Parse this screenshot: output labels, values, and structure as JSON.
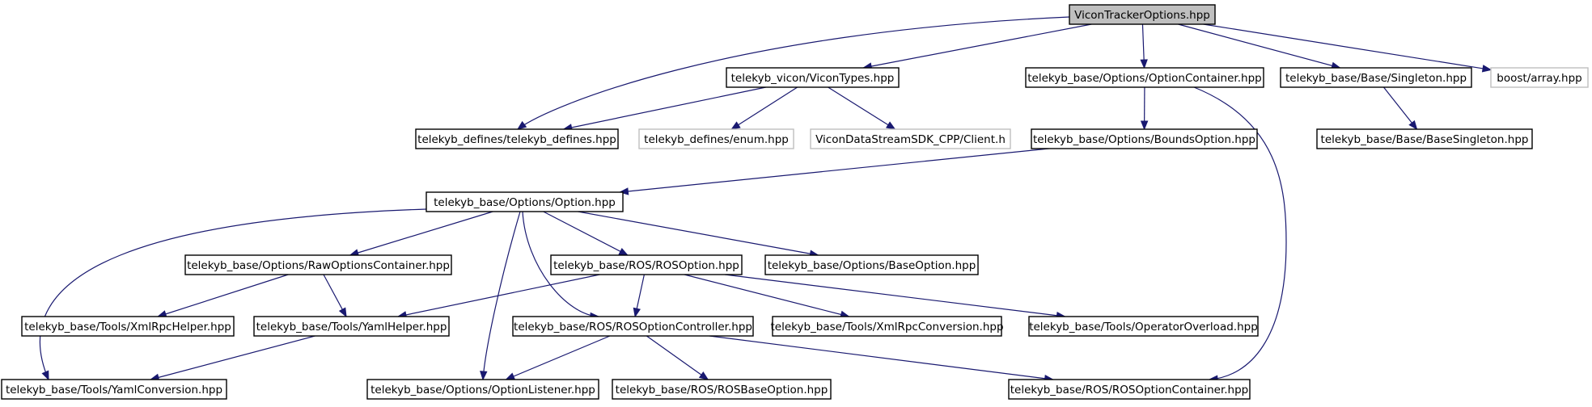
{
  "colors": {
    "edge": "#191970",
    "node_border": "#000000",
    "node_fill": "#ffffff",
    "root_fill": "#bfbfbf",
    "external_border": "#bfbfbf"
  },
  "graph": {
    "nodes": [
      {
        "id": "root",
        "label": "ViconTrackerOptions.hpp",
        "kind": "root"
      },
      {
        "id": "vicontypes",
        "label": "telekyb_vicon/ViconTypes.hpp",
        "kind": "normal"
      },
      {
        "id": "optioncontainer",
        "label": "telekyb_base/Options/OptionContainer.hpp",
        "kind": "normal"
      },
      {
        "id": "singleton",
        "label": "telekyb_base/Base/Singleton.hpp",
        "kind": "normal"
      },
      {
        "id": "boostarray",
        "label": "boost/array.hpp",
        "kind": "external"
      },
      {
        "id": "defines",
        "label": "telekyb_defines/telekyb_defines.hpp",
        "kind": "normal"
      },
      {
        "id": "enum",
        "label": "telekyb_defines/enum.hpp",
        "kind": "external"
      },
      {
        "id": "client",
        "label": "ViconDataStreamSDK_CPP/Client.h",
        "kind": "external"
      },
      {
        "id": "boundsoption",
        "label": "telekyb_base/Options/BoundsOption.hpp",
        "kind": "normal"
      },
      {
        "id": "basesingleton",
        "label": "telekyb_base/Base/BaseSingleton.hpp",
        "kind": "normal"
      },
      {
        "id": "option",
        "label": "telekyb_base/Options/Option.hpp",
        "kind": "normal"
      },
      {
        "id": "rawoptions",
        "label": "telekyb_base/Options/RawOptionsContainer.hpp",
        "kind": "normal"
      },
      {
        "id": "rosoption",
        "label": "telekyb_base/ROS/ROSOption.hpp",
        "kind": "normal"
      },
      {
        "id": "baseoption",
        "label": "telekyb_base/Options/BaseOption.hpp",
        "kind": "normal"
      },
      {
        "id": "xmlrpchelper",
        "label": "telekyb_base/Tools/XmlRpcHelper.hpp",
        "kind": "normal"
      },
      {
        "id": "yamlhelper",
        "label": "telekyb_base/Tools/YamlHelper.hpp",
        "kind": "normal"
      },
      {
        "id": "rosoptioncontroller",
        "label": "telekyb_base/ROS/ROSOptionController.hpp",
        "kind": "normal"
      },
      {
        "id": "xmlrpcconversion",
        "label": "telekyb_base/Tools/XmlRpcConversion.hpp",
        "kind": "normal"
      },
      {
        "id": "operatoroverload",
        "label": "telekyb_base/Tools/OperatorOverload.hpp",
        "kind": "normal"
      },
      {
        "id": "yamlconversion",
        "label": "telekyb_base/Tools/YamlConversion.hpp",
        "kind": "normal"
      },
      {
        "id": "optionlistener",
        "label": "telekyb_base/Options/OptionListener.hpp",
        "kind": "normal"
      },
      {
        "id": "rosbaseoption",
        "label": "telekyb_base/ROS/ROSBaseOption.hpp",
        "kind": "normal"
      },
      {
        "id": "rosoptioncontainer",
        "label": "telekyb_base/ROS/ROSOptionContainer.hpp",
        "kind": "normal"
      }
    ],
    "edges": [
      {
        "from": "root",
        "to": "defines"
      },
      {
        "from": "root",
        "to": "vicontypes"
      },
      {
        "from": "root",
        "to": "optioncontainer"
      },
      {
        "from": "root",
        "to": "singleton"
      },
      {
        "from": "root",
        "to": "boostarray"
      },
      {
        "from": "vicontypes",
        "to": "defines"
      },
      {
        "from": "vicontypes",
        "to": "enum"
      },
      {
        "from": "vicontypes",
        "to": "client"
      },
      {
        "from": "optioncontainer",
        "to": "boundsoption"
      },
      {
        "from": "optioncontainer",
        "to": "rosoptioncontainer"
      },
      {
        "from": "singleton",
        "to": "basesingleton"
      },
      {
        "from": "boundsoption",
        "to": "option"
      },
      {
        "from": "option",
        "to": "rawoptions"
      },
      {
        "from": "option",
        "to": "rosoption"
      },
      {
        "from": "option",
        "to": "baseoption"
      },
      {
        "from": "option",
        "to": "yamlconversion"
      },
      {
        "from": "option",
        "to": "optionlistener"
      },
      {
        "from": "option",
        "to": "rosoptioncontroller"
      },
      {
        "from": "rawoptions",
        "to": "xmlrpchelper"
      },
      {
        "from": "rawoptions",
        "to": "yamlhelper"
      },
      {
        "from": "rosoption",
        "to": "yamlhelper"
      },
      {
        "from": "rosoption",
        "to": "rosoptioncontroller"
      },
      {
        "from": "rosoption",
        "to": "xmlrpcconversion"
      },
      {
        "from": "rosoption",
        "to": "operatoroverload"
      },
      {
        "from": "yamlhelper",
        "to": "yamlconversion"
      },
      {
        "from": "rosoptioncontroller",
        "to": "optionlistener"
      },
      {
        "from": "rosoptioncontroller",
        "to": "rosbaseoption"
      },
      {
        "from": "rosoptioncontroller",
        "to": "rosoptioncontainer"
      }
    ]
  }
}
